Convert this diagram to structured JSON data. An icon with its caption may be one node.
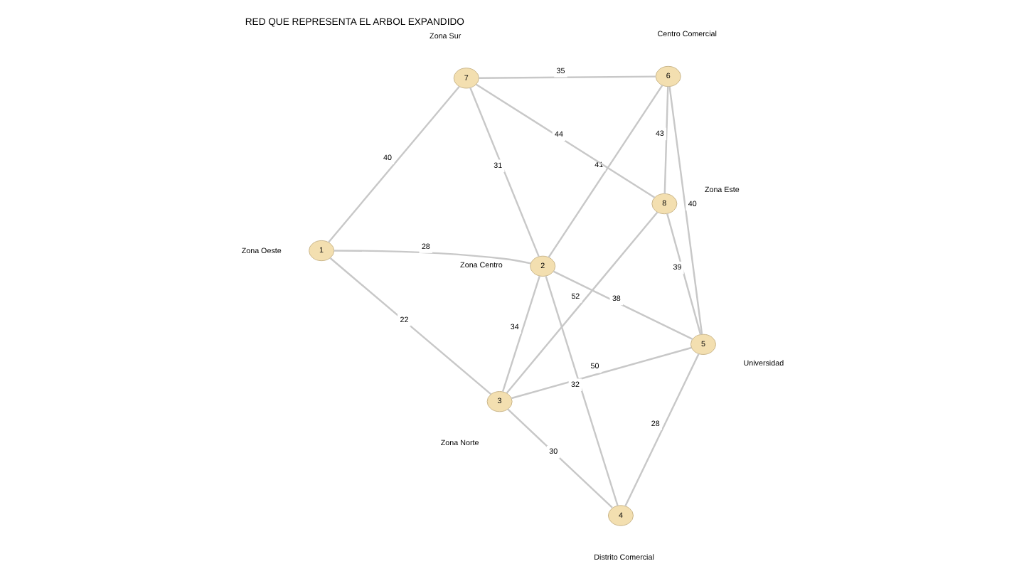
{
  "diagram": {
    "title": "RED QUE REPRESENTA EL ARBOL EXPANDIDO",
    "nodes": [
      {
        "text": [
          "1"
        ],
        "beside": [
          "Zona Oeste"
        ]
      },
      {
        "text": [
          "3"
        ],
        "beside": [
          "Zona Norte"
        ]
      },
      {
        "text": [
          "5"
        ],
        "beside": [
          "Universidad"
        ]
      },
      {
        "text": [
          "4"
        ],
        "beside": [
          "Distrito Comercial"
        ]
      },
      {
        "text": [
          "2"
        ],
        "beside": [
          "Zona Centro"
        ]
      },
      {
        "text": [
          "6"
        ],
        "beside": [
          "Centro Comercial"
        ]
      },
      {
        "text": [
          "8"
        ],
        "beside": [
          "Zona Este"
        ]
      },
      {
        "text": [
          "7"
        ],
        "beside": [
          "Zona Sur"
        ]
      }
    ],
    "edges": [
      {
        "from": 0,
        "to": 1,
        "arrow": "none",
        "label": "22"
      },
      {
        "from": 1,
        "to": 2,
        "arrow": "none",
        "label": "50"
      },
      {
        "from": 1,
        "to": 3,
        "arrow": "none",
        "label": "30"
      },
      {
        "from": 2,
        "to": 3,
        "arrow": "none",
        "label": "28"
      },
      {
        "from": 1,
        "to": 4,
        "arrow": "none",
        "label": "34"
      },
      {
        "from": 3,
        "to": 4,
        "arrow": "none",
        "label": "32"
      },
      {
        "from": 0,
        "to": 4,
        "arrow": "none",
        "label": "28"
      },
      {
        "from": 0,
        "to": 7,
        "arrow": "none",
        "label": "40"
      },
      {
        "from": 2,
        "to": 4,
        "arrow": "none",
        "label": "38"
      },
      {
        "from": 4,
        "to": 5,
        "arrow": "none",
        "label": "41"
      },
      {
        "from": 2,
        "to": 5,
        "arrow": "none",
        "label": "40"
      },
      {
        "from": 2,
        "to": 6,
        "arrow": "none",
        "label": "39"
      },
      {
        "from": 1,
        "to": 6,
        "arrow": "none",
        "label": "52"
      },
      {
        "from": 5,
        "to": 6,
        "arrow": "none",
        "label": "43"
      },
      {
        "from": 4,
        "to": 7,
        "arrow": "none",
        "label": "31"
      },
      {
        "from": 5,
        "to": 7,
        "arrow": "none",
        "label": "35"
      },
      {
        "from": 6,
        "to": 7,
        "arrow": "none",
        "label": "44"
      }
    ]
  }
}
